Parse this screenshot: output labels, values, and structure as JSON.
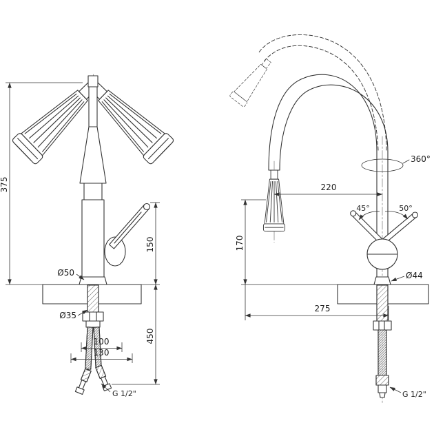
{
  "drawing": {
    "kind": "kitchen-faucet-technical-drawing"
  },
  "left_view": {
    "total_height": "375",
    "handle_height": "150",
    "under_counter_length": "450",
    "hose_spread_inner": "100",
    "hose_spread_outer": "130",
    "body_diameter": "Ø50",
    "shank_diameter": "Ø35",
    "thread": "G 1/2\""
  },
  "right_view": {
    "swivel": "360°",
    "spout_reach": "220",
    "handle_angle_left": "45°",
    "handle_angle_right": "50°",
    "spout_height": "170",
    "base_diameter": "Ø44",
    "overall_depth": "275",
    "thread": "G 1/2\""
  }
}
